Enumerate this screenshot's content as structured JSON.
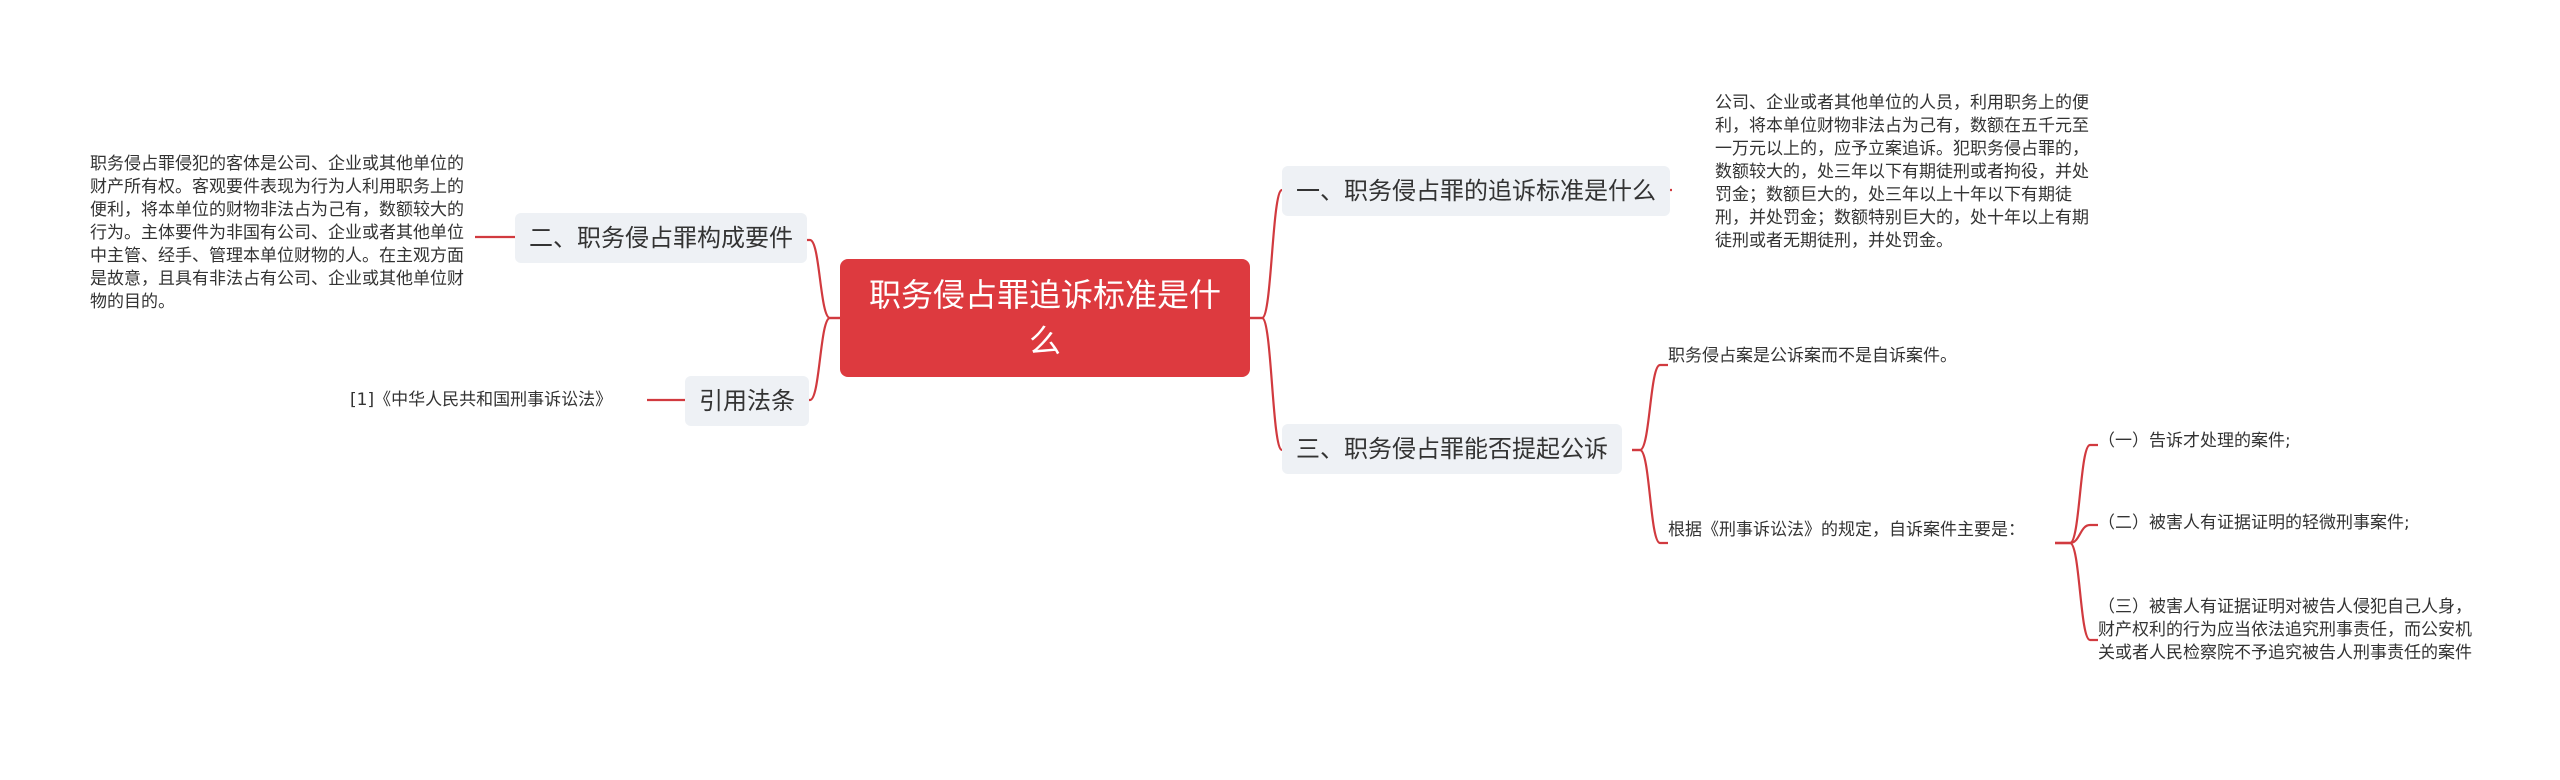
{
  "root": {
    "label": "职务侵占罪追诉标准是什么"
  },
  "colors": {
    "accent": "#dd3a3f",
    "branch_bg": "#eef1f5",
    "line": "#d13a3f"
  },
  "right": [
    {
      "label": "一、职务侵占罪的追诉标准是什么",
      "children": [
        "公司、企业或者其他单位的人员，利用职务上的便利，将本单位财物非法占为己有，数额在五千元至一万元以上的，应予立案追诉。犯职务侵占罪的，数额较大的，处三年以下有期徒刑或者拘役，并处罚金；数额巨大的，处三年以上十年以下有期徒刑，并处罚金；数额特别巨大的，处十年以上有期徒刑或者无期徒刑，并处罚金。"
      ]
    },
    {
      "label": "三、职务侵占罪能否提起公诉",
      "children": [
        "职务侵占案是公诉案而不是自诉案件。",
        "根据《刑事诉讼法》的规定，自诉案件主要是："
      ],
      "grandchildren": [
        "（一）告诉才处理的案件;",
        "（二）被害人有证据证明的轻微刑事案件;",
        "（三）被害人有证据证明对被告人侵犯自己人身，财产权利的行为应当依法追究刑事责任，而公安机关或者人民检察院不予追究被告人刑事责任的案件"
      ]
    }
  ],
  "left": [
    {
      "label": "二、职务侵占罪构成要件",
      "children": [
        "职务侵占罪侵犯的客体是公司、企业或其他单位的财产所有权。客观要件表现为行为人利用职务上的便利，将本单位的财物非法占为己有，数额较大的行为。主体要件为非国有公司、企业或者其他单位中主管、经手、管理本单位财物的人。在主观方面是故意，且具有非法占有公司、企业或其他单位财物的目的。"
      ]
    },
    {
      "label": "引用法条",
      "children": [
        "[1]《中华人民共和国刑事诉讼法》"
      ]
    }
  ]
}
